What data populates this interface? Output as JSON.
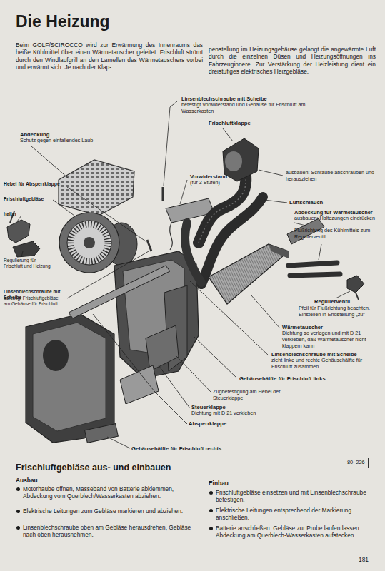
{
  "diagram": {
    "title": "Die Heizung",
    "nodes": [
      {
        "text": [
          "80–226"
        ]
      }
    ],
    "labels": [
      "Beim GOLF/SCIROCCO wird zur Erwärmung des Innenraums das heiße Kühlmittel über einen Wärmetauscher geleitet. Frischluft strömt durch den Windlaufgrill an den Lamellen des Wärmetauschers vorbei und erwärmt sich. Je nach der Klap-",
      "penstellung im Heizungsgehäuse gelangt die angewärmte Luft durch die einzelnen Düsen und Heizungsöffnungen ins Fahrzeuginnere. Zur Verstärkung der Heizleistung dient ein dreistufiges elektrisches Heizgebläse.",
      "Linsenblechschraube mit Scheibe",
      "befestigt Vorwiderstand und Gehäuse für Frischluft am Wasserkasten",
      "Frischluftklappe",
      "Abdeckung",
      "Schutz gegen einfallendes Laub",
      "Vorwiderstand",
      "(für 3 Stufen)",
      "Hebel für Absperrklappe",
      "Frischluftgebläse",
      "halter",
      "ausbauen: Schraube abschrauben und herausziehen",
      "Luftschlauch",
      "Abdeckung für Wärmetauscher",
      "ausbauen: Haltezungen eindrücken",
      "Flußrichtung des Kühlmittels zum Regulierventil",
      "Regulierung für Frischluft und Heizung",
      "Linsenblechschraube mit Scheibe",
      "befestigt Frischluftgebläse am Gehäuse für Frischluft",
      "Regulierventil",
      "Pfeil für Flußrichtung beachten. Einstellen in Endstellung „zu“",
      "Wärmetauscher",
      "Dichtung so verlegen und mit D 21 verkleben, daß Wärmetauscher nicht klappern kann",
      "Linsenblechschraube mit Scheibe",
      "zieht linke und rechte Gehäusehälfte für Frischluft zusammen",
      "Gehäusehälfte für Frischluft links",
      "Zugbefestigung am Hebel der Steuerklappe",
      "Steuerklappe",
      "Dichtung mit D 21 verkleben",
      "Absperrklappe",
      "Gehäusehälfte für Frischluft rechts",
      "Frischluftgebläse aus- und einbauen",
      "Ausbau",
      "Motorhaube öffnen, Masseband von Batterie abklemmen, Abdeckung vom Querblech/Wasserkasten abziehen.",
      "Elektrische Leitungen zum Gebläse markieren und abziehen.",
      "Linsenblechschraube oben am Gebläse herausdrehen, Gebläse nach oben herausnehmen.",
      "Einbau",
      "Frischluftgebläse einsetzen und mit Linsenblechschraube befestigen.",
      "Elektrische Leitungen entsprechend der Markierung anschließen.",
      "Batterie anschließen. Gebläse zur Probe laufen lassen. Abdeckung am Querblech-Wasserkasten aufstecken.",
      "181"
    ]
  }
}
